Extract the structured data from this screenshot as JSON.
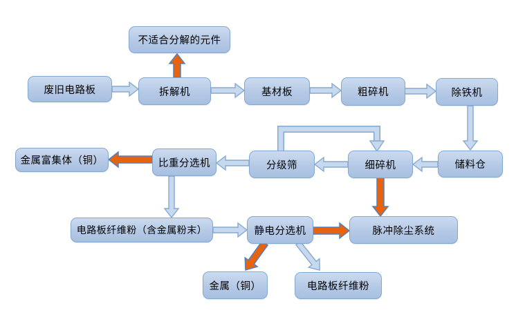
{
  "diagram": {
    "type": "flowchart",
    "language": "zh-CN",
    "background": "#ffffff",
    "nodes": [
      {
        "id": "unsuitable",
        "label": "不适合分解的元件"
      },
      {
        "id": "waste_board",
        "label": "废旧电路板"
      },
      {
        "id": "dismantler",
        "label": "拆解机"
      },
      {
        "id": "base_board",
        "label": "基材板"
      },
      {
        "id": "coarse_crusher",
        "label": "粗碎机"
      },
      {
        "id": "iron_remover",
        "label": "除铁机"
      },
      {
        "id": "metal_enrichment",
        "label": "金属富集体（铜）"
      },
      {
        "id": "gravity_separator",
        "label": "比重分选机"
      },
      {
        "id": "grading_screen",
        "label": "分级筛"
      },
      {
        "id": "fine_crusher",
        "label": "细碎机"
      },
      {
        "id": "storage_bin",
        "label": "储料仓"
      },
      {
        "id": "fiber_powder_mix",
        "label": "电路板纤维粉（含金属粉末）"
      },
      {
        "id": "electrostatic_separator",
        "label": "静电分选机"
      },
      {
        "id": "pulse_dust_system",
        "label": "脉冲除尘系统"
      },
      {
        "id": "metal_copper",
        "label": "金属（铜）"
      },
      {
        "id": "fiber_powder",
        "label": "电路板纤维粉"
      }
    ],
    "edges": [
      {
        "from": "waste_board",
        "to": "dismantler",
        "color": "blue"
      },
      {
        "from": "dismantler",
        "to": "unsuitable",
        "color": "orange"
      },
      {
        "from": "dismantler",
        "to": "base_board",
        "color": "blue"
      },
      {
        "from": "base_board",
        "to": "coarse_crusher",
        "color": "blue"
      },
      {
        "from": "coarse_crusher",
        "to": "iron_remover",
        "color": "blue"
      },
      {
        "from": "iron_remover",
        "to": "storage_bin",
        "color": "blue"
      },
      {
        "from": "storage_bin",
        "to": "fine_crusher",
        "color": "blue"
      },
      {
        "from": "fine_crusher",
        "to": "grading_screen",
        "color": "blue"
      },
      {
        "from": "grading_screen",
        "to": "gravity_separator",
        "color": "blue"
      },
      {
        "from": "gravity_separator",
        "to": "metal_enrichment",
        "color": "orange"
      },
      {
        "from": "gravity_separator",
        "to": "fiber_powder_mix",
        "color": "blue"
      },
      {
        "from": "grading_screen",
        "to": "fine_crusher",
        "color": "blue",
        "note": "feedback-loop"
      },
      {
        "from": "fine_crusher",
        "to": "pulse_dust_system",
        "color": "orange"
      },
      {
        "from": "fiber_powder_mix",
        "to": "electrostatic_separator",
        "color": "blue"
      },
      {
        "from": "electrostatic_separator",
        "to": "pulse_dust_system",
        "color": "orange"
      },
      {
        "from": "electrostatic_separator",
        "to": "metal_copper",
        "color": "orange"
      },
      {
        "from": "electrostatic_separator",
        "to": "fiber_powder",
        "color": "blue"
      }
    ],
    "colors": {
      "box_fill_top": "#cbdbef",
      "box_fill_bottom": "#a7c0e0",
      "box_border": "#84a7d0",
      "blue_arrow_fill": "#c7d9ee",
      "blue_arrow_border": "#85a8d0",
      "orange_arrow_fill": "#e8630f",
      "orange_arrow_border": "#4f81bd",
      "text": "#000000"
    }
  }
}
